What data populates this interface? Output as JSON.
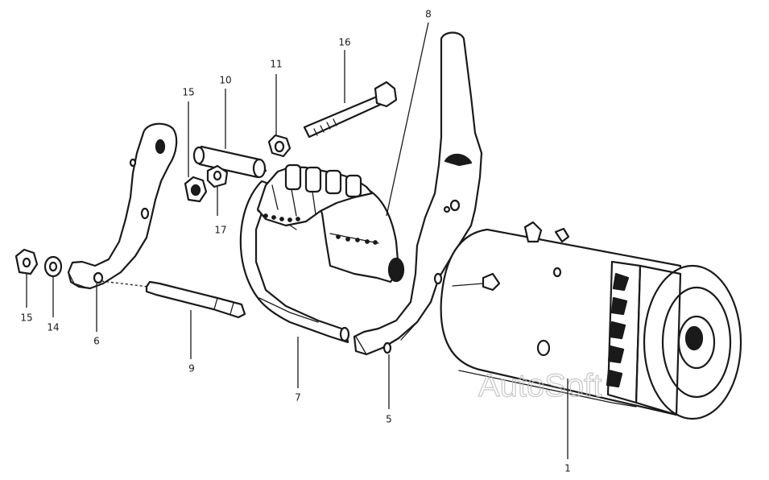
{
  "watermark": "AutoSoft",
  "callouts": {
    "c1": "1",
    "c5": "5",
    "c6": "6",
    "c7": "7",
    "c8": "8",
    "c9": "9",
    "c10": "10",
    "c11": "11",
    "c14": "14",
    "c15a": "15",
    "c15b": "15",
    "c16": "16",
    "c17": "17"
  }
}
